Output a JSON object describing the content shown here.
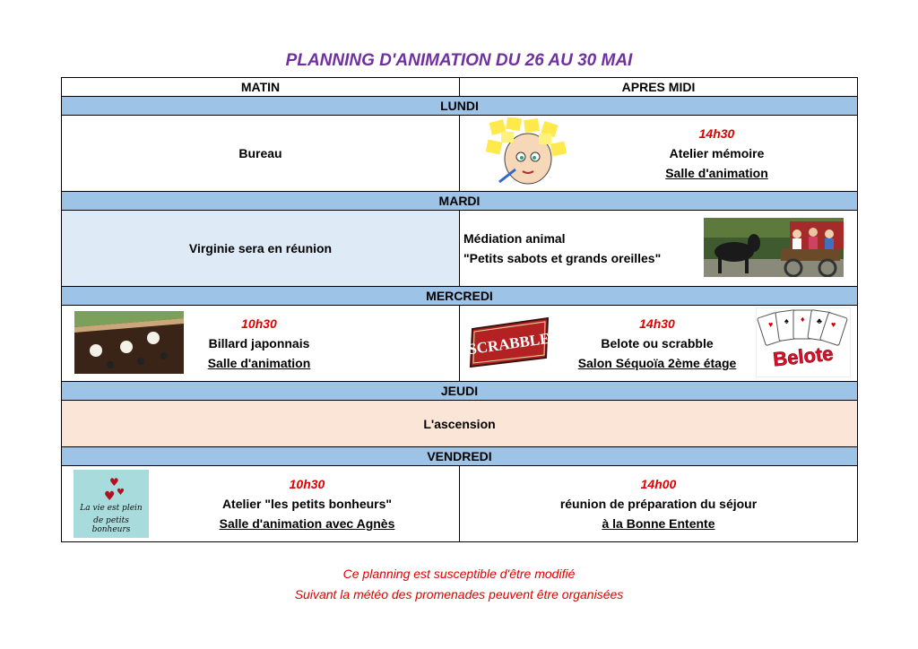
{
  "title": "PLANNING D'ANIMATION DU 26 AU 30 MAI",
  "colors": {
    "title": "#7030a0",
    "day_band": "#9dc3e6",
    "time": "#e00000",
    "footer": "#e00000",
    "mardi_morning_bg": "#deebf7",
    "jeudi_bg": "#fbe5d6"
  },
  "headers": {
    "morning": "MATIN",
    "afternoon": "APRES MIDI"
  },
  "days": {
    "lundi": {
      "name": "LUNDI",
      "morning": {
        "text": "Bureau"
      },
      "afternoon": {
        "time": "14h30",
        "activity": "Atelier mémoire",
        "location": "Salle d'animation",
        "image": "memory-cartoon-illustration"
      }
    },
    "mardi": {
      "name": "MARDI",
      "morning": {
        "text": "Virginie sera en réunion"
      },
      "afternoon": {
        "line1": "Médiation animal",
        "line2": "\"Petits sabots et grands oreilles\"",
        "image": "pony-cart-photo"
      }
    },
    "mercredi": {
      "name": "MERCREDI",
      "morning": {
        "time": "10h30",
        "activity": "Billard japonnais",
        "location": "Salle d'animation",
        "image": "japanese-billiard-photo"
      },
      "afternoon": {
        "time": "14h30",
        "activity": "Belote ou scrabble",
        "location": "Salon Séquoïa 2ème étage",
        "image_left": "scrabble-logo",
        "image_left_text": "SCRABBLE",
        "image_right": "belote-cards",
        "image_right_text": "Belote"
      }
    },
    "jeudi": {
      "name": "JEUDI",
      "text": "L'ascension"
    },
    "vendredi": {
      "name": "VENDREDI",
      "morning": {
        "time": "10h30",
        "activity": "Atelier \"les petits bonheurs\"",
        "location": "Salle d'animation avec Agnès",
        "image": "petits-bonheurs-card",
        "image_line1": "La vie est plein",
        "image_line2": "de petits bonheurs"
      },
      "afternoon": {
        "time": "14h00",
        "activity": "réunion de préparation du séjour",
        "location": "à la Bonne Entente"
      }
    }
  },
  "footer": {
    "line1": "Ce planning est susceptible d'être modifié",
    "line2": "Suivant la météo des promenades peuvent être organisées"
  }
}
